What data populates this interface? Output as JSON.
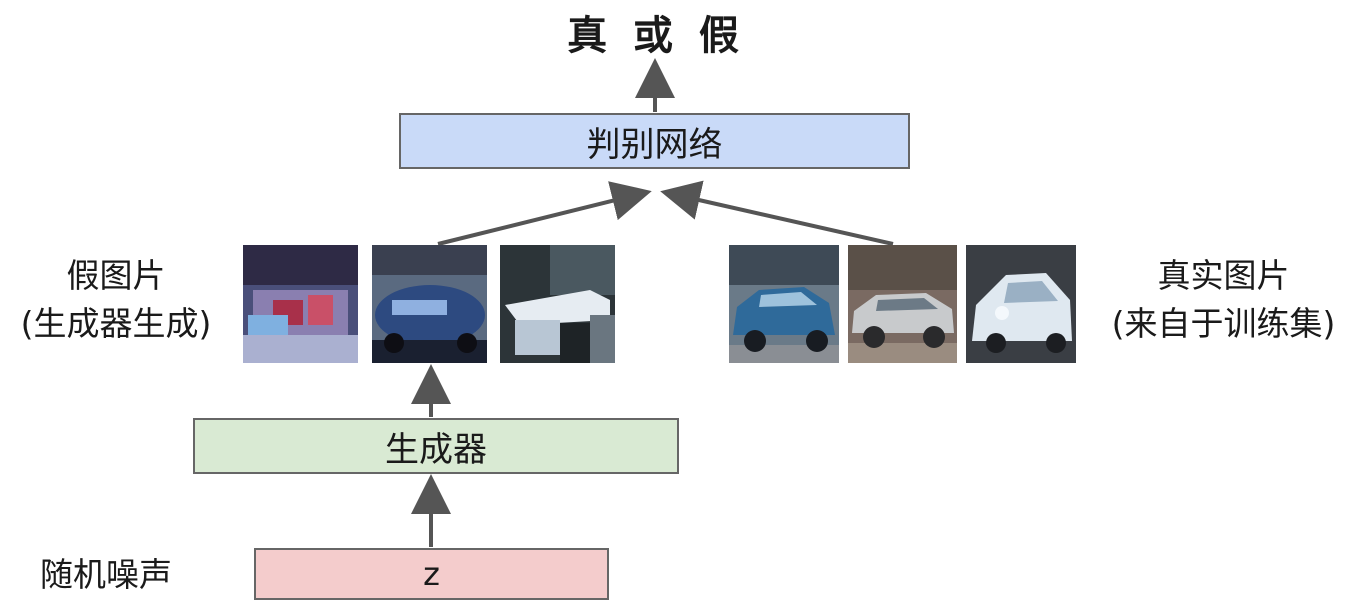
{
  "title": "真 或 假",
  "discriminator": {
    "label": "判别网络",
    "color": "#c9daf8"
  },
  "generator": {
    "label": "生成器",
    "color": "#d9ead3"
  },
  "noise": {
    "label": "随机噪声",
    "input": "z",
    "color": "#f4cccc"
  },
  "fake_images": {
    "line1": "假图片",
    "line2": "(生成器生成)",
    "count": 3
  },
  "real_images": {
    "line1": "真实图片",
    "line2": "(来自于训练集)",
    "count": 3
  },
  "arrow_color": "#555555"
}
